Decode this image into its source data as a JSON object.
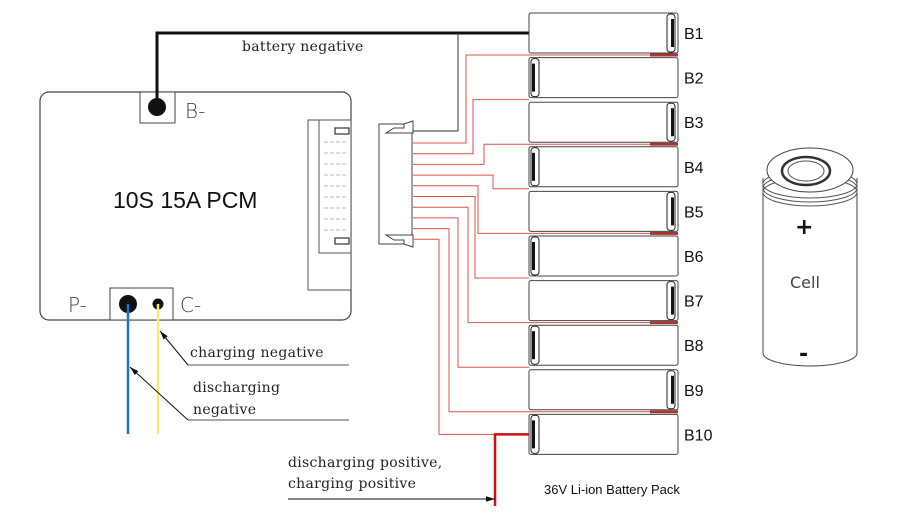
{
  "pcm": {
    "title": "10S 15A PCM",
    "terminal_b": "B-",
    "terminal_p": "P-",
    "terminal_c": "C-"
  },
  "labels": {
    "battery_negative": "battery negative",
    "charging_negative": "charging negative",
    "discharging_negative_line1": "discharging",
    "discharging_negative_line2": "negative",
    "positive_line1": "discharging positive,",
    "positive_line2": "charging positive",
    "pack": "36V Li-ion Battery Pack"
  },
  "cells": [
    "B1",
    "B2",
    "B3",
    "B4",
    "B5",
    "B6",
    "B7",
    "B8",
    "B9",
    "B10"
  ],
  "cell_icon": {
    "label": "Cell",
    "plus": "+",
    "minus": "-"
  },
  "colors": {
    "line": "#111111",
    "outline": "#555555",
    "balance_wire": "#d9534f",
    "main_positive": "#cc1111",
    "discharge_wire": "#1e73c8",
    "charge_wire": "#f2ef6a"
  }
}
